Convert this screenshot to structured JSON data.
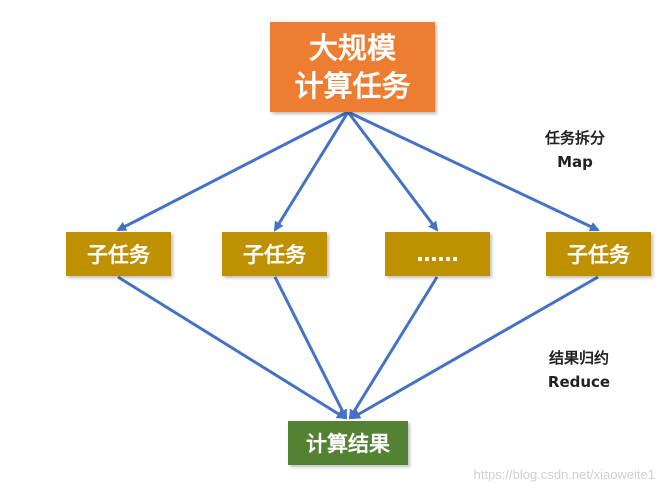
{
  "top_task": {
    "line1": "大规模",
    "line2": "计算任务"
  },
  "subtasks": [
    "子任务",
    "子任务",
    "……",
    "子任务"
  ],
  "result": "计算结果",
  "map_label": {
    "cn": "任务拆分",
    "en": "Map"
  },
  "reduce_label": {
    "cn": "结果归约",
    "en": "Reduce"
  },
  "watermark": "https://blog.csdn.net/xiaoweite1",
  "colors": {
    "top_box": "#ed7d31",
    "subtask_box": "#bf9000",
    "result_box": "#548235",
    "arrow": "#4472c4"
  }
}
